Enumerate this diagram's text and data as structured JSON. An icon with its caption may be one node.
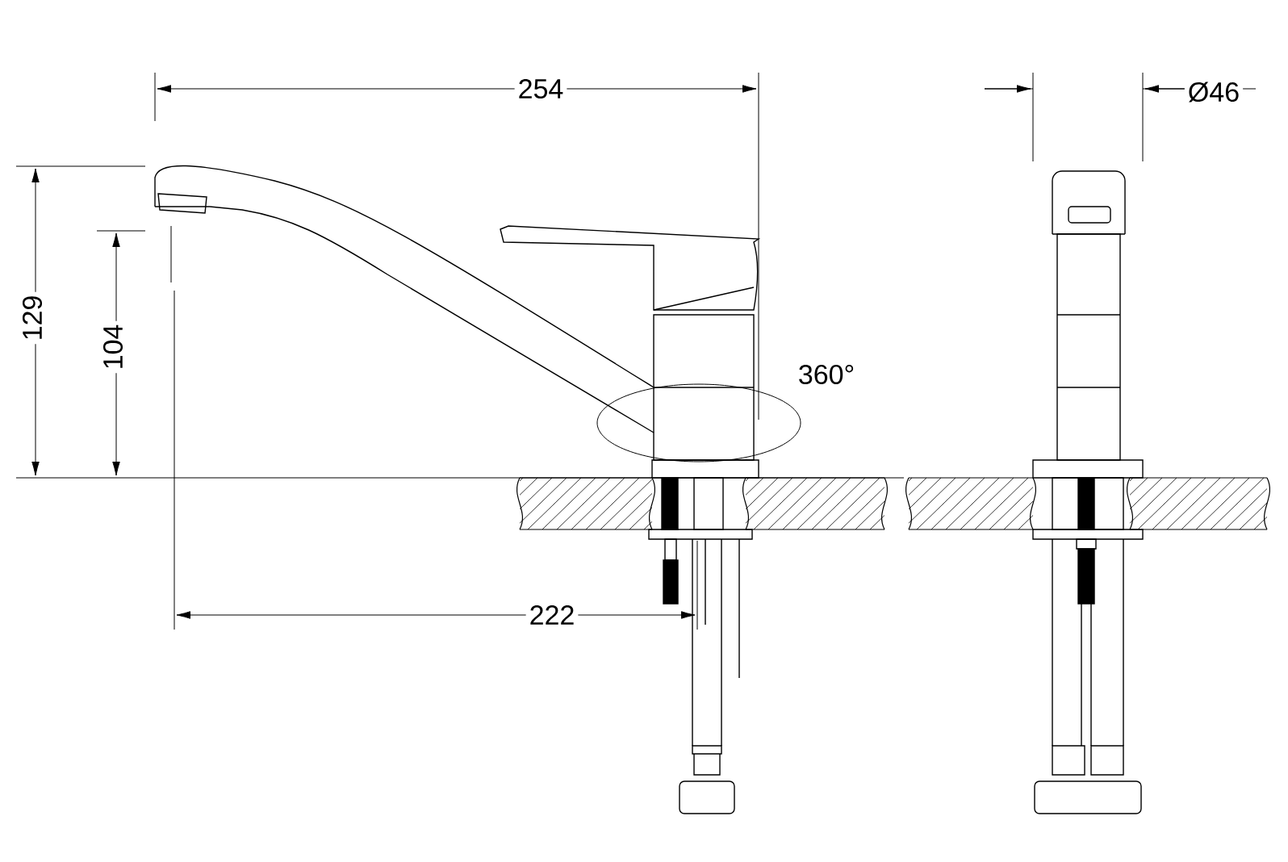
{
  "diagram": {
    "labels": [
      "254",
      "Ø46",
      "129",
      "104",
      "360°",
      "222"
    ]
  }
}
